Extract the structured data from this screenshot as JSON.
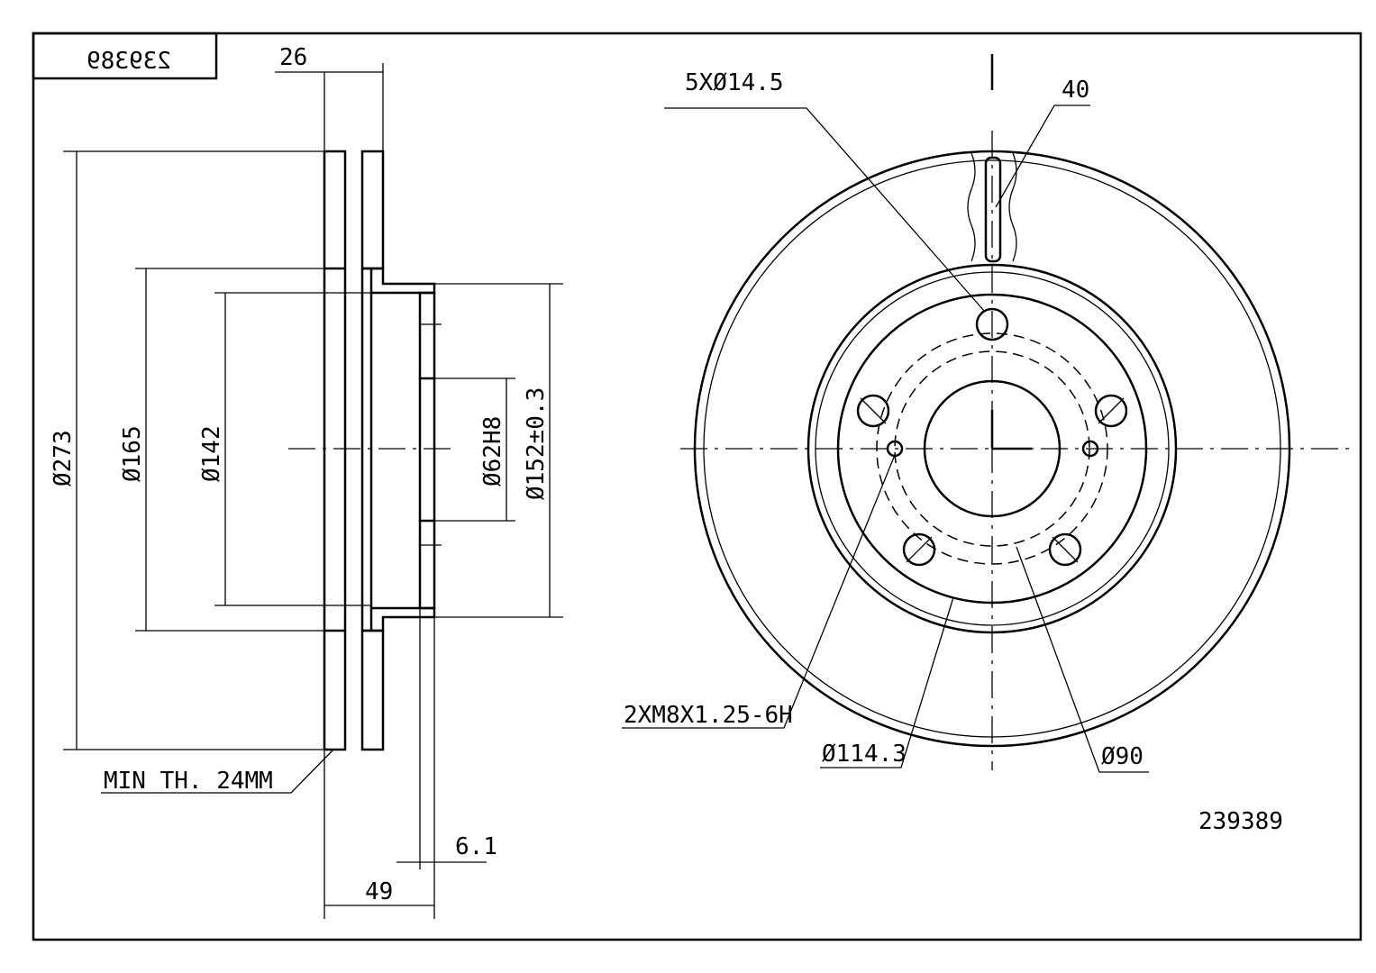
{
  "title_block": {
    "part_number_mirrored": "239389"
  },
  "side_view": {
    "width_label": "26",
    "outer_diameter": "Ø273",
    "d165": "Ø165",
    "d142": "Ø142",
    "center_bore": "Ø62H8",
    "hub_diameter": "Ø152±0.3",
    "min_thickness": "MIN TH. 24MM",
    "offset_small": "6.1",
    "height_label": "49"
  },
  "front_view": {
    "bolt_holes": "5XØ14.5",
    "vent_width": "40",
    "threaded_holes": "2XM8X1.25-6H",
    "pcd": "Ø114.3",
    "inner_diameter": "Ø90"
  },
  "part_number": "239389"
}
